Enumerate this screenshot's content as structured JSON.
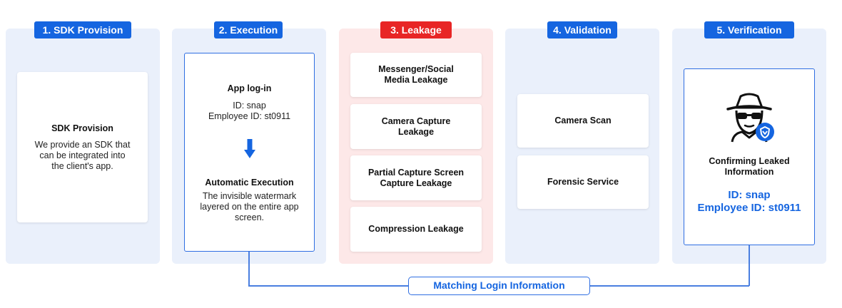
{
  "colors": {
    "accent_blue": "#1565e0",
    "accent_red": "#e82525",
    "panel_blue": "#eaf0fb",
    "panel_red": "#fde8e8"
  },
  "stages": [
    {
      "badge": "1. SDK Provision",
      "card": {
        "title": "SDK Provision",
        "text": "We provide an SDK that can be integrated into the client's app."
      }
    },
    {
      "badge": "2. Execution",
      "login_title": "App log-in",
      "login_lines": [
        "ID: snap",
        "Employee ID: st0911"
      ],
      "arrow_icon": "down-arrow-icon",
      "exec_title": "Automatic Execution",
      "exec_text": "The invisible watermark layered on the entire app screen."
    },
    {
      "badge": "3. Leakage",
      "items": [
        "Messenger/Social Media Leakage",
        "Camera Capture Leakage",
        "Partial Capture Screen Capture Leakage",
        "Compression Leakage"
      ]
    },
    {
      "badge": "4. Validation",
      "items": [
        "Camera Scan",
        "Forensic Service"
      ]
    },
    {
      "badge": "5. Verification",
      "icon": "spy-with-shield-icon",
      "title": "Confirming Leaked Information",
      "result_lines": [
        "ID: snap",
        "Employee ID: st0911"
      ]
    }
  ],
  "connector_label": "Matching Login Information"
}
